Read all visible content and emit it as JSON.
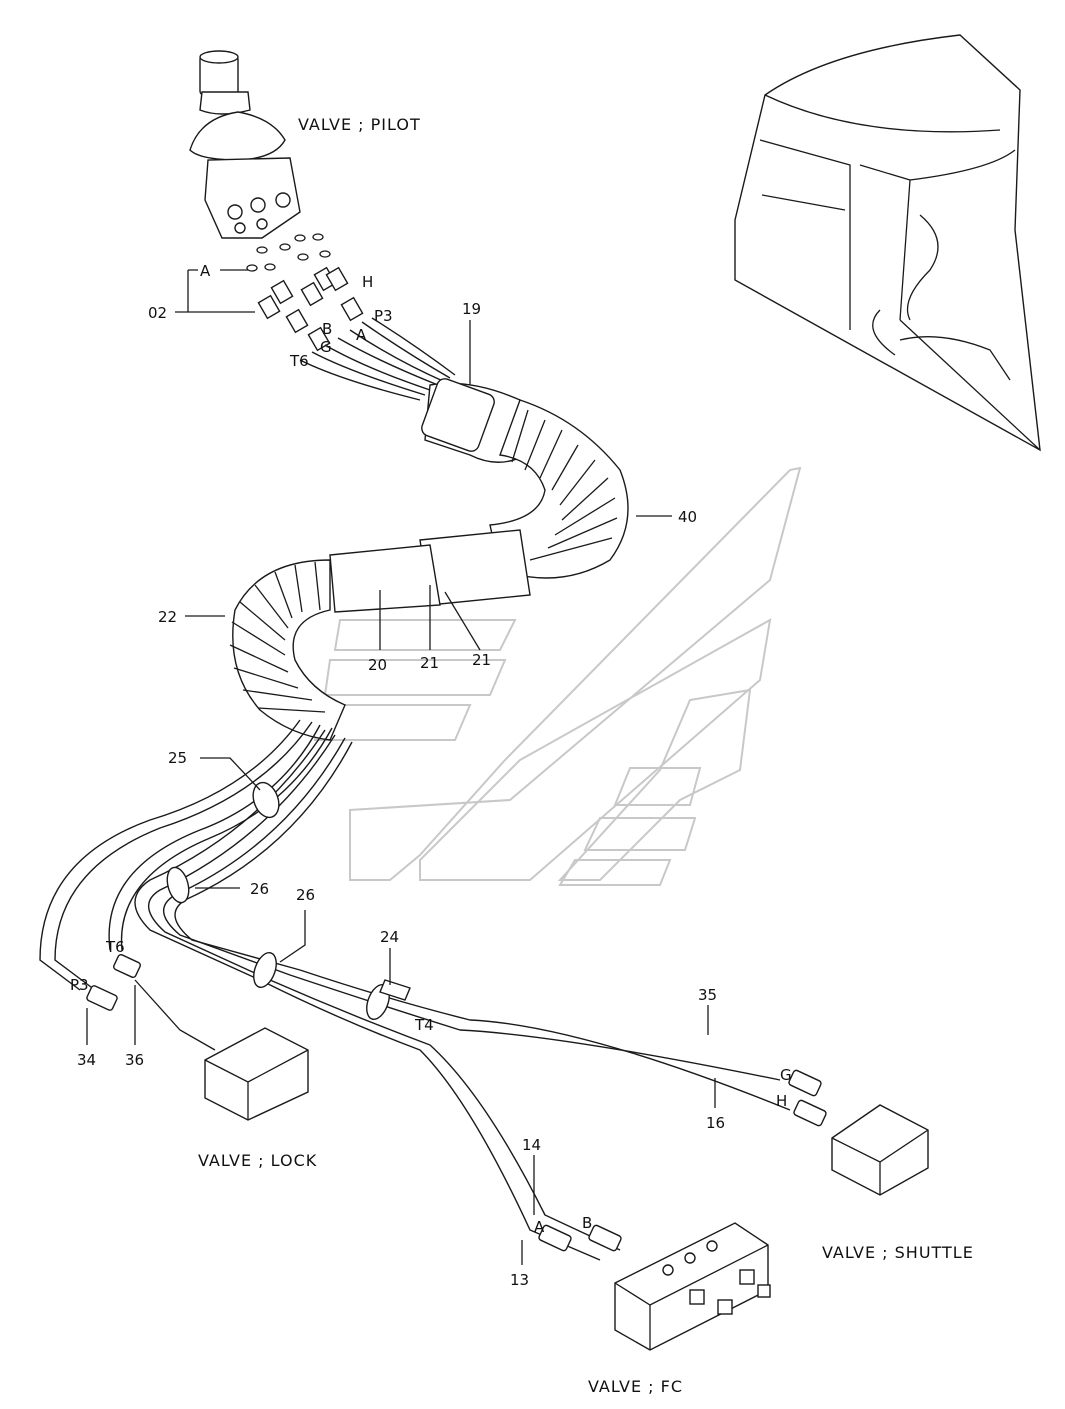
{
  "components": {
    "pilot_valve": "VALVE ; PILOT",
    "lock_valve": "VALVE ; LOCK",
    "shuttle_valve": "VALVE ; SHUTTLE",
    "fc_valve": "VALVE ; FC"
  },
  "callouts": {
    "c02": "02",
    "c19": "19",
    "c40": "40",
    "c22": "22",
    "c20": "20",
    "c21a": "21",
    "c21b": "21",
    "c25": "25",
    "c26a": "26",
    "c26b": "26",
    "c24": "24",
    "c35": "35",
    "c16": "16",
    "c14": "14",
    "c13": "13",
    "c34": "34",
    "c36": "36"
  },
  "port_labels": {
    "detail_a": "A",
    "h_top": "H",
    "p3_top": "P3",
    "b_top": "B",
    "a_top": "A",
    "g_top": "G",
    "t6_top": "T6",
    "t6_bottom": "T6",
    "p3_bottom": "P3",
    "t4": "T4",
    "g_bottom": "G",
    "h_bottom": "H",
    "a_bottom": "A",
    "b_bottom": "B"
  }
}
